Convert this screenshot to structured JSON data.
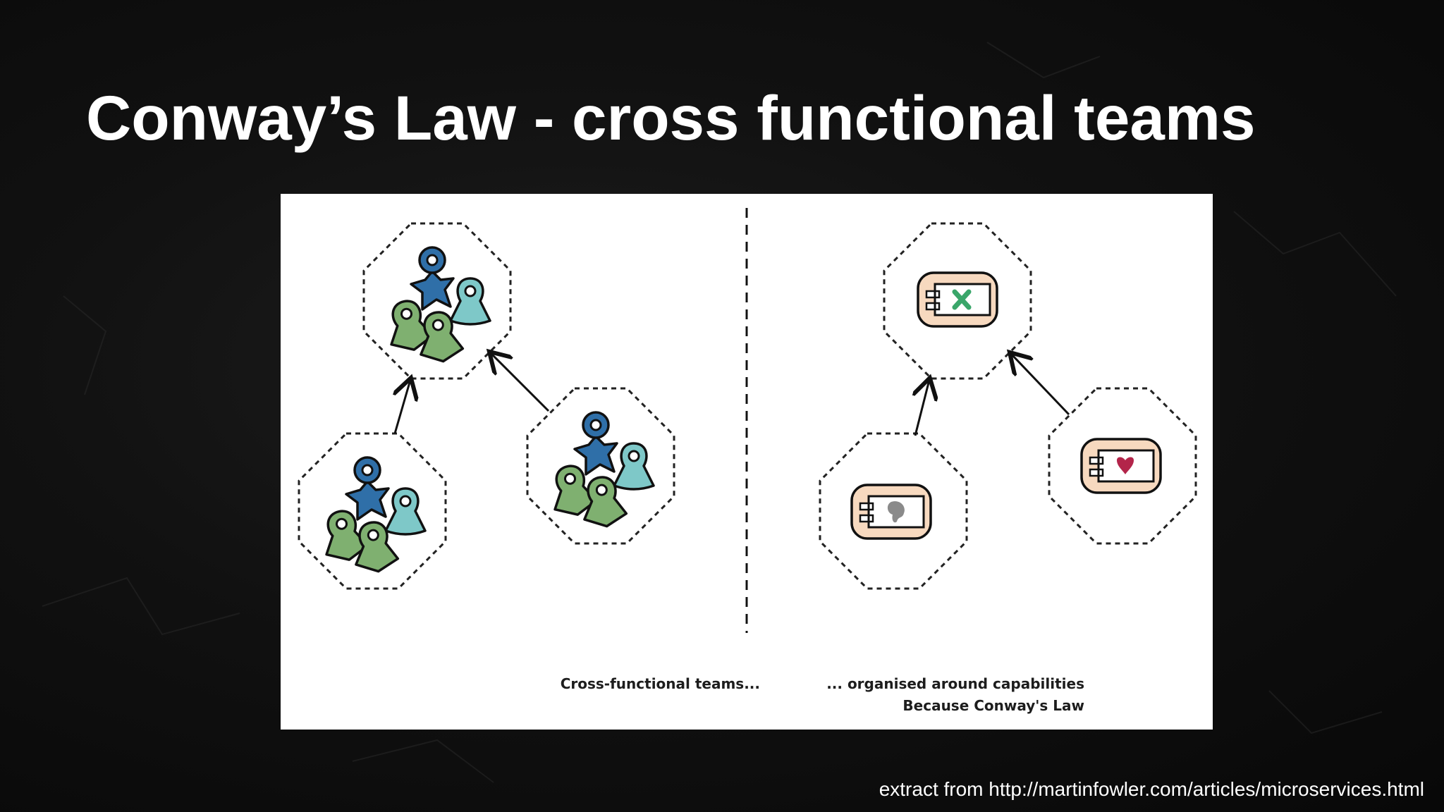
{
  "slide": {
    "title": "Conway’s Law - cross functional teams",
    "source_note": "extract from http://martinfowler.com/articles/microservices.html"
  },
  "figure": {
    "left_caption": "Cross-functional teams...",
    "right_caption_line1": "... organised around capabilities",
    "right_caption_line2": "Because Conway's Law",
    "left_panel": {
      "groups": [
        {
          "id": "team-top",
          "members": [
            "blue-figure",
            "teal-pin",
            "green-pin",
            "green-pin"
          ]
        },
        {
          "id": "team-bottom-left",
          "members": [
            "blue-figure",
            "teal-pin",
            "green-pin",
            "green-pin"
          ]
        },
        {
          "id": "team-right",
          "members": [
            "blue-figure",
            "teal-pin",
            "green-pin",
            "green-pin"
          ]
        }
      ],
      "arrows": [
        "team-bottom-left -> team-top",
        "team-right -> team-top"
      ]
    },
    "right_panel": {
      "components": [
        {
          "id": "component-top",
          "glyph": "green-x-icon"
        },
        {
          "id": "component-bottom-left",
          "glyph": "gray-blob-icon"
        },
        {
          "id": "component-right",
          "glyph": "red-heart-icon"
        }
      ],
      "arrows": [
        "component-bottom-left -> component-top",
        "component-right -> component-top"
      ]
    }
  },
  "colors": {
    "background": "#111111",
    "title": "#ffffff",
    "blue_figure": "#2f6fa8",
    "teal_pin": "#7ec8c8",
    "green_pin": "#7fb070",
    "component_fill": "#f7d9bf",
    "green_x": "#3aa66a",
    "gray_blob": "#8a8a8a",
    "red_heart": "#b3254a"
  }
}
